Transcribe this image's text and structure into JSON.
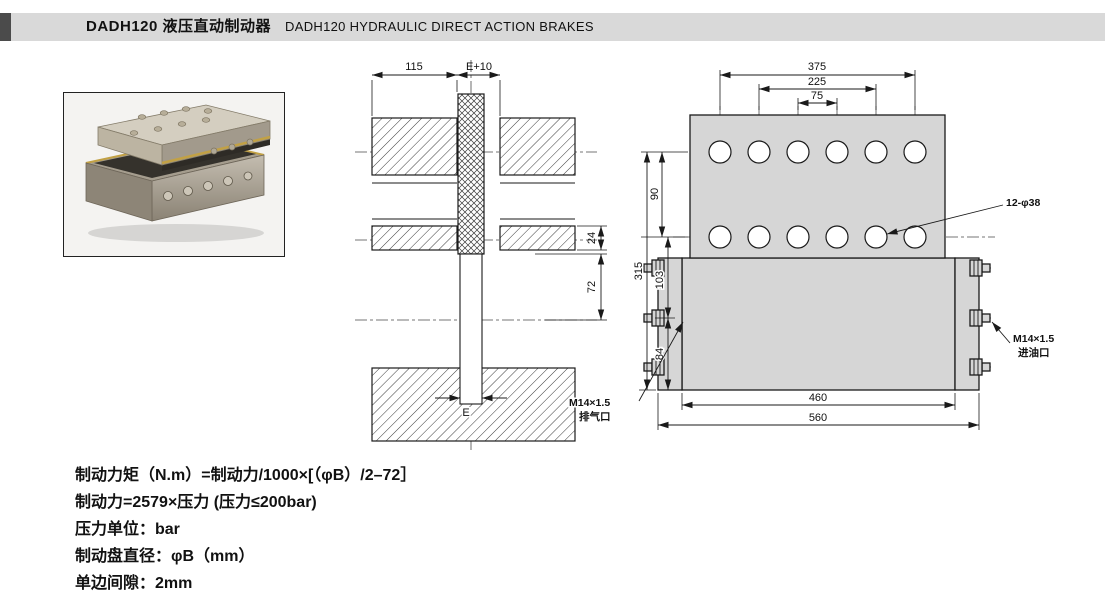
{
  "header": {
    "title_cn": "DADH120 液压直动制动器",
    "title_en": "DADH120 HYDRAULIC DIRECT ACTION BRAKES"
  },
  "drawings": {
    "section_view": {
      "dim_115": "115",
      "dim_e10": "E+10",
      "dim_24": "24",
      "dim_72": "72",
      "dim_e": "E"
    },
    "front_view": {
      "dim_375": "375",
      "dim_225": "225",
      "dim_75": "75",
      "dim_90": "90",
      "dim_315": "315",
      "dim_103": "103",
      "dim_84": "84",
      "dim_460": "460",
      "dim_560": "560",
      "hole_callout": "12-φ38",
      "inlet_thread": "M14×1.5",
      "inlet_label": "进油口",
      "vent_thread": "M14×1.5",
      "vent_label": "排气口"
    }
  },
  "notes": {
    "lines": [
      "制动力矩（N.m）=制动力/1000×[（φB）/2–72］",
      "制动力=2579×压力 (压力≤200bar)",
      "压力单位：bar",
      "制动盘直径：φB（mm）",
      "单边间隙：2mm"
    ]
  },
  "colors": {
    "header_strip": "#d9d9d9",
    "header_accent_block": "#4b4b4b",
    "drawing_fill": "#d6d6d6",
    "line": "#1a1a1a"
  }
}
